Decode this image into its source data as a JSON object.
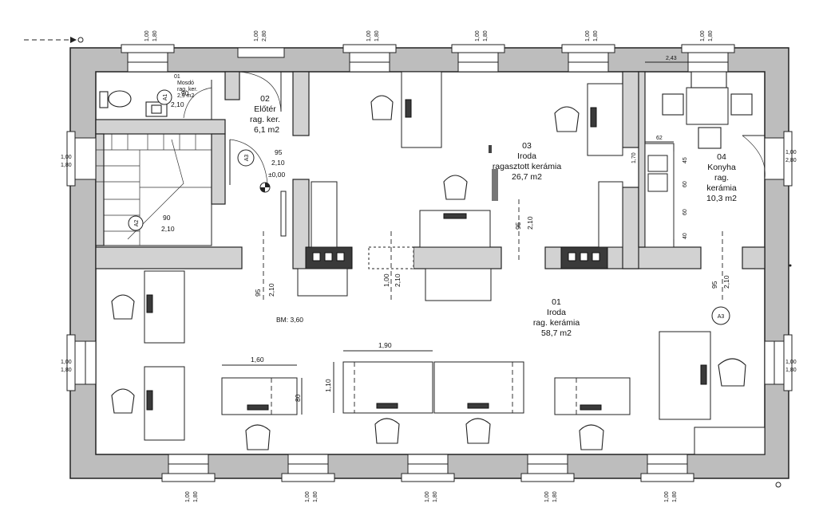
{
  "rooms": {
    "r01": {
      "num": "01",
      "name": "Iroda",
      "floor": "rag. kerámia",
      "area": "58,7 m2"
    },
    "r02": {
      "num": "02",
      "name": "Előtér",
      "floor": "rag. ker.",
      "area": "6,1 m2"
    },
    "r03": {
      "num": "03",
      "name": "Iroda",
      "floor": "ragasztott kerámia",
      "area": "26,7 m2"
    },
    "r04": {
      "num": "04",
      "name": "Konyha",
      "floor": "rag.",
      "floor2": "kerámia",
      "area": "10,3 m2"
    },
    "wc": {
      "num": "01",
      "name": "Mosdó",
      "floor": "rag. ker.",
      "area": "2,9 m2"
    }
  },
  "labels": {
    "level": "±0,00",
    "bm": "BM: 3,60",
    "tag_a3": "A3",
    "tag_a1": "A1",
    "tag_a2": "A2"
  },
  "dims": {
    "d95": "95",
    "d210": "2,10",
    "d90": "90",
    "d100": "1,00",
    "d180": "1,80",
    "d160": "1,60",
    "d190": "1,90",
    "d110": "1,10",
    "d80": "80",
    "d243": "2,43",
    "d62": "62",
    "d280": "2,80",
    "d45": "45",
    "d60": "60",
    "d40": "40",
    "d170": "1,70"
  }
}
